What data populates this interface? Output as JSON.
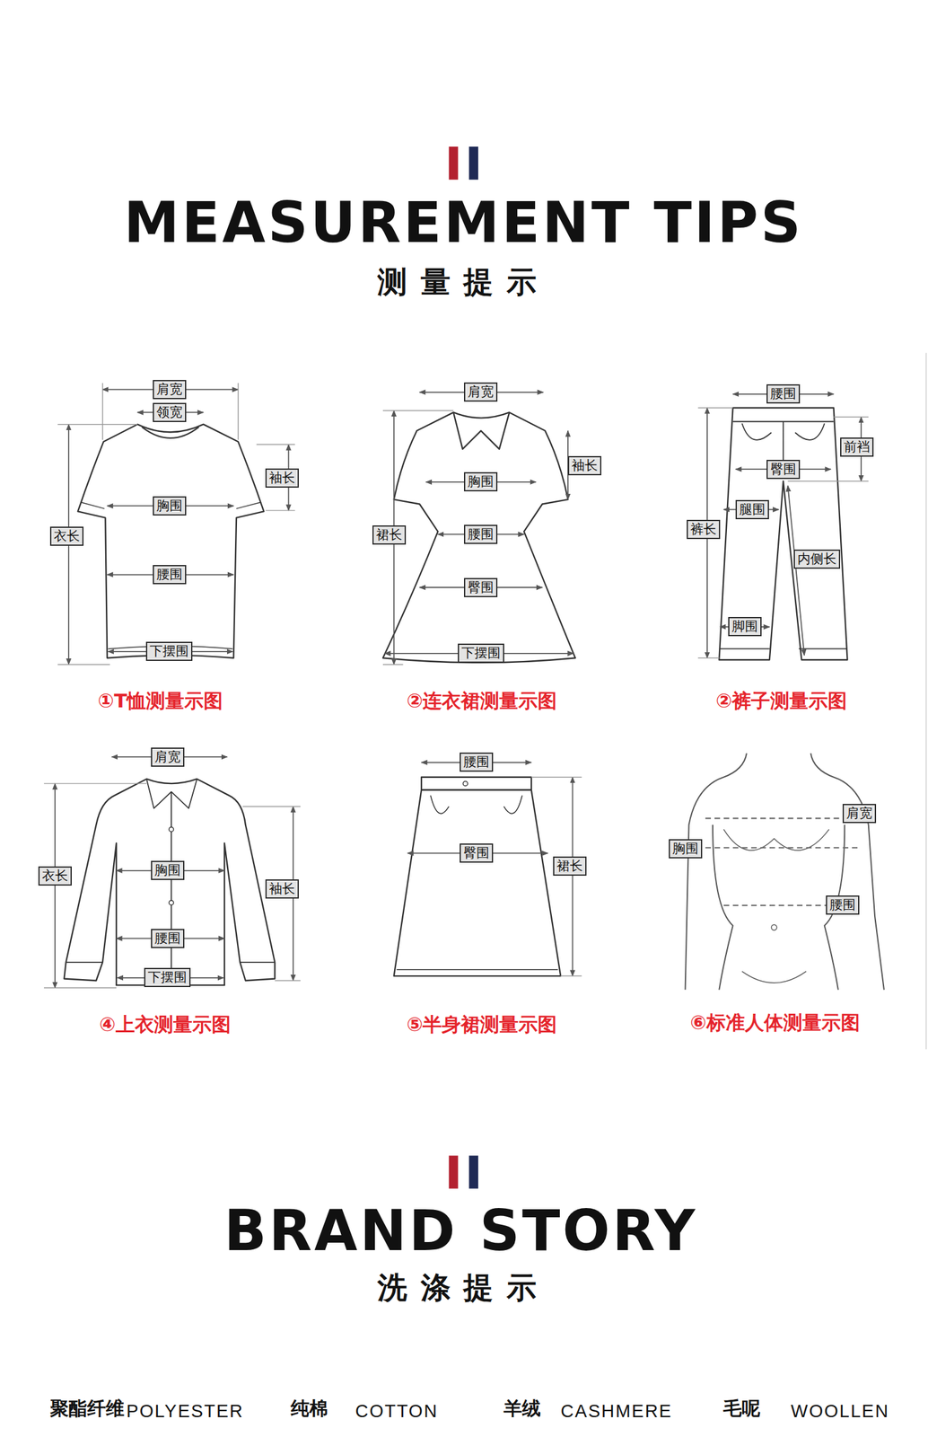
{
  "diagram": {
    "title": "MEASUREMENT TIPS",
    "nodes": [
      {
        "text": [
          "肩宽"
        ]
      },
      {
        "text": [
          "领宽"
        ]
      },
      {
        "text": [
          "袖长"
        ]
      },
      {
        "text": [
          "胸围"
        ]
      },
      {
        "text": [
          "衣长"
        ]
      },
      {
        "text": [
          "腰围"
        ]
      },
      {
        "text": [
          "下摆围"
        ]
      },
      {
        "text": [
          "肩宽"
        ]
      },
      {
        "text": [
          "袖长"
        ]
      },
      {
        "text": [
          "胸围"
        ]
      },
      {
        "text": [
          "裙长"
        ]
      },
      {
        "text": [
          "腰围"
        ]
      },
      {
        "text": [
          "臀围"
        ]
      },
      {
        "text": [
          "下摆围"
        ]
      },
      {
        "text": [
          "腰围"
        ]
      },
      {
        "text": [
          "前裆"
        ]
      },
      {
        "text": [
          "臀围"
        ]
      },
      {
        "text": [
          "腿围"
        ]
      },
      {
        "text": [
          "裤长"
        ]
      },
      {
        "text": [
          "内侧长"
        ]
      },
      {
        "text": [
          "脚围"
        ]
      },
      {
        "text": [
          "肩宽"
        ]
      },
      {
        "text": [
          "衣长"
        ]
      },
      {
        "text": [
          "胸围"
        ]
      },
      {
        "text": [
          "袖长"
        ]
      },
      {
        "text": [
          "腰围"
        ]
      },
      {
        "text": [
          "下摆围"
        ]
      },
      {
        "text": [
          "腰围"
        ]
      },
      {
        "text": [
          "臀围"
        ]
      },
      {
        "text": [
          "裙长"
        ]
      },
      {
        "text": [
          "肩宽"
        ]
      },
      {
        "text": [
          "胸围"
        ]
      },
      {
        "text": [
          "腰围"
        ]
      }
    ],
    "labels": [
      "测量提示",
      "①T恤测量示图",
      "②连衣裙测量示图",
      "②裤子测量示图",
      "④上衣测量示图",
      "⑤半身裙测量示图",
      "⑥标准人体测量示图",
      "BRAND STORY",
      "洗涤提示",
      "聚酯纤维",
      "POLYESTER",
      "纯棉",
      "COTTON",
      "羊绒",
      "CASHMERE",
      "毛呢",
      "WOOLLEN"
    ]
  }
}
